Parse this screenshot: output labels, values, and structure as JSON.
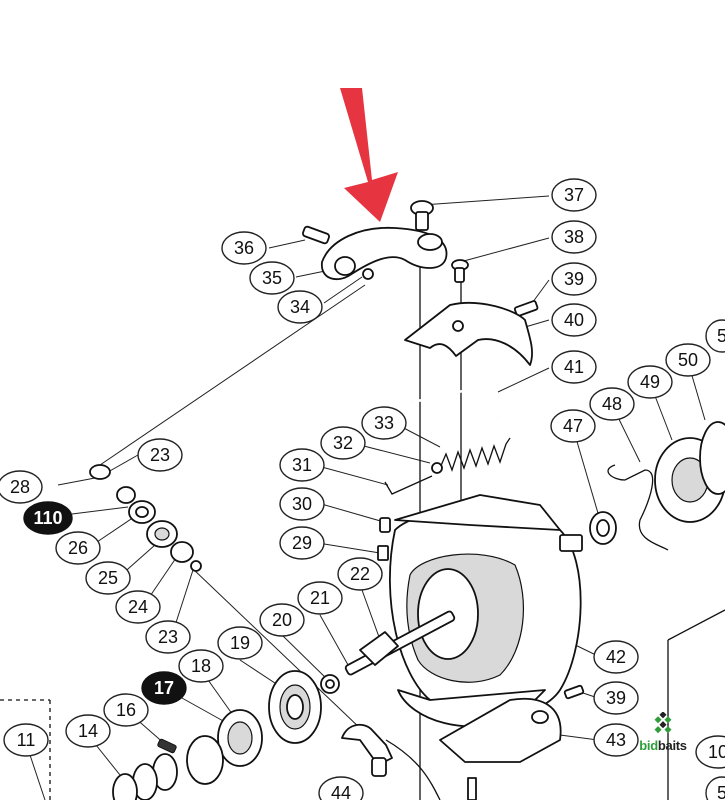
{
  "diagram": {
    "callouts": [
      {
        "label": "37"
      },
      {
        "label": "38"
      },
      {
        "label": "39"
      },
      {
        "label": "40"
      },
      {
        "label": "41"
      },
      {
        "label": "36"
      },
      {
        "label": "35"
      },
      {
        "label": "34"
      },
      {
        "label": "33"
      },
      {
        "label": "32"
      },
      {
        "label": "31"
      },
      {
        "label": "30"
      },
      {
        "label": "29"
      },
      {
        "label": "28"
      },
      {
        "label": "23"
      },
      {
        "label": "110"
      },
      {
        "label": "26"
      },
      {
        "label": "25"
      },
      {
        "label": "24"
      },
      {
        "label": "23"
      },
      {
        "label": "22"
      },
      {
        "label": "21"
      },
      {
        "label": "20"
      },
      {
        "label": "19"
      },
      {
        "label": "18"
      },
      {
        "label": "17"
      },
      {
        "label": "16"
      },
      {
        "label": "14"
      },
      {
        "label": "11"
      },
      {
        "label": "47"
      },
      {
        "label": "48"
      },
      {
        "label": "49"
      },
      {
        "label": "50"
      },
      {
        "label": "5"
      },
      {
        "label": "42"
      },
      {
        "label": "39"
      },
      {
        "label": "43"
      },
      {
        "label": "10"
      },
      {
        "label": "44"
      },
      {
        "label": "5"
      }
    ],
    "highlight_arrow_color": "#e63440"
  },
  "watermark": {
    "brand_part1": "bid",
    "brand_part2": "baits",
    "colors": {
      "green": "#2e9d3a",
      "dark": "#222222"
    }
  }
}
